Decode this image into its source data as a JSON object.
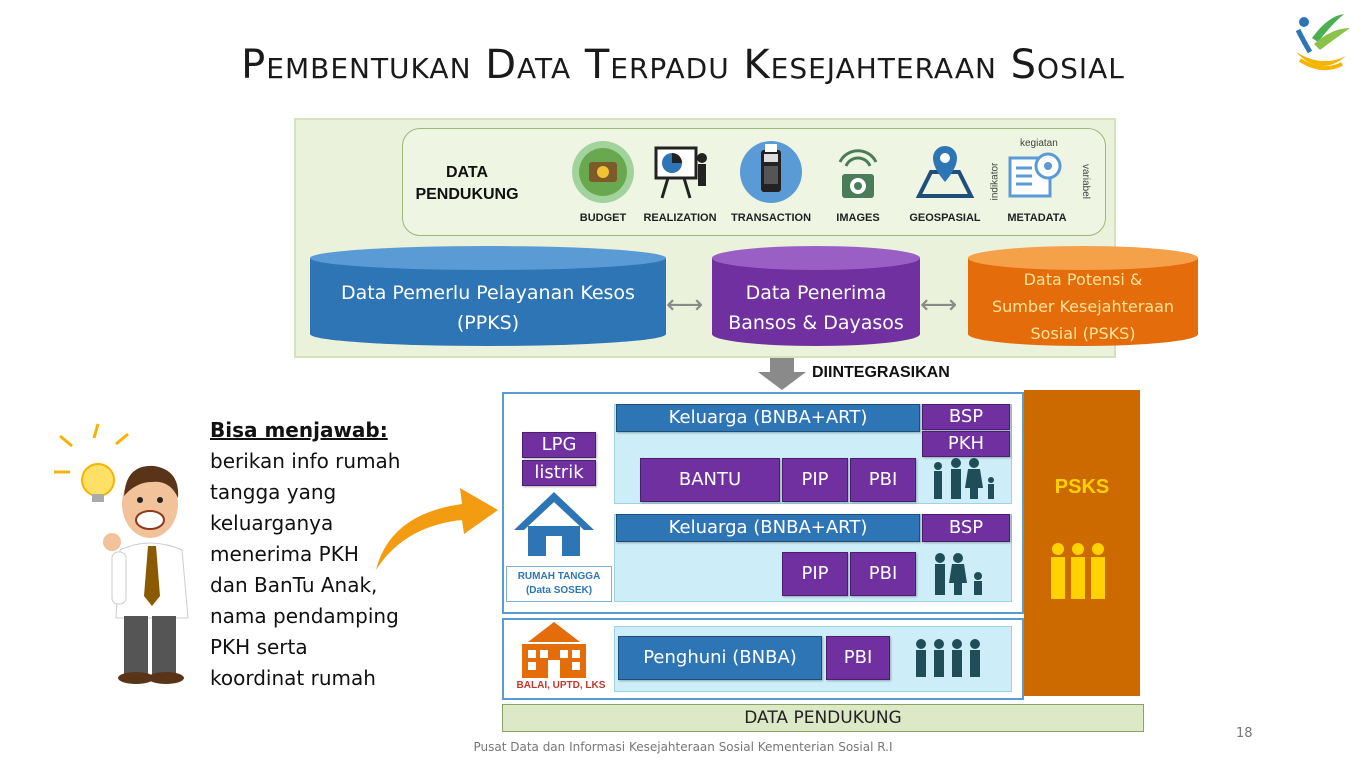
{
  "title": "Pembentukan Data Terpadu Kesejahteraan Sosial",
  "data_pendukung_box": {
    "title_line1": "DATA",
    "title_line2": "PENDUKUNG",
    "icons": [
      {
        "label": "BUDGET",
        "icon": "budget-icon"
      },
      {
        "label": "REALIZATION",
        "icon": "presentation-icon"
      },
      {
        "label": "TRANSACTION",
        "icon": "payment-terminal-icon"
      },
      {
        "label": "IMAGES",
        "icon": "camera-icon"
      },
      {
        "label": "GEOSPASIAL",
        "icon": "map-pin-icon"
      },
      {
        "label": "METADATA",
        "icon": "metadata-icon"
      }
    ],
    "metadata_tags": {
      "top": "kegiatan",
      "left": "indikator",
      "right": "variabel"
    }
  },
  "databases": {
    "ppks": {
      "line1": "Data Pemerlu Pelayanan Kesos",
      "line2": "(PPKS)",
      "color": "#2e75b6"
    },
    "bansos": {
      "line1": "Data Penerima",
      "line2": "Bansos & Dayasos",
      "color": "#7030a0"
    },
    "psks": {
      "line1": "Data Potensi &",
      "line2": "Sumber Kesejahteraan",
      "line3": "Sosial (PSKS)",
      "color": "#e46c0a"
    }
  },
  "integration_label": "DIINTEGRASIKAN",
  "rumah_tangga": {
    "lpg": "LPG",
    "listrik": "listrik",
    "label_line1": "RUMAH TANGGA",
    "label_line2": "(Data SOSEK)",
    "group1": {
      "header": "Keluarga (BNBA+ART)",
      "bsp": "BSP",
      "pkh": "PKH",
      "bantu": "BANTU",
      "pip": "PIP",
      "pbi": "PBI"
    },
    "group2": {
      "header": "Keluarga (BNBA+ART)",
      "bsp": "BSP",
      "pip": "PIP",
      "pbi": "PBI"
    }
  },
  "balai": {
    "label": "BALAI, UPTD, LKS",
    "penghuni": "Penghuni (BNBA)",
    "pbi": "PBI"
  },
  "psks_column": "PSKS",
  "data_pendukung_bottom": "DATA PENDUKUNG",
  "left_text": {
    "heading": "Bisa menjawab:",
    "lines": [
      "berikan info rumah",
      "tangga yang",
      "keluarganya",
      "menerima PKH",
      "dan BanTu Anak,",
      "nama pendamping",
      "PKH serta",
      "koordinat rumah"
    ]
  },
  "footer": "Pusat Data dan Informasi Kesejahteraan Sosial Kementerian Sosial R.I",
  "page_number": "18",
  "colors": {
    "blue": "#2e75b6",
    "purple": "#7030a0",
    "orange": "#cc6a00",
    "psks_text": "#ffd200",
    "light_panel": "#cdeef8"
  }
}
